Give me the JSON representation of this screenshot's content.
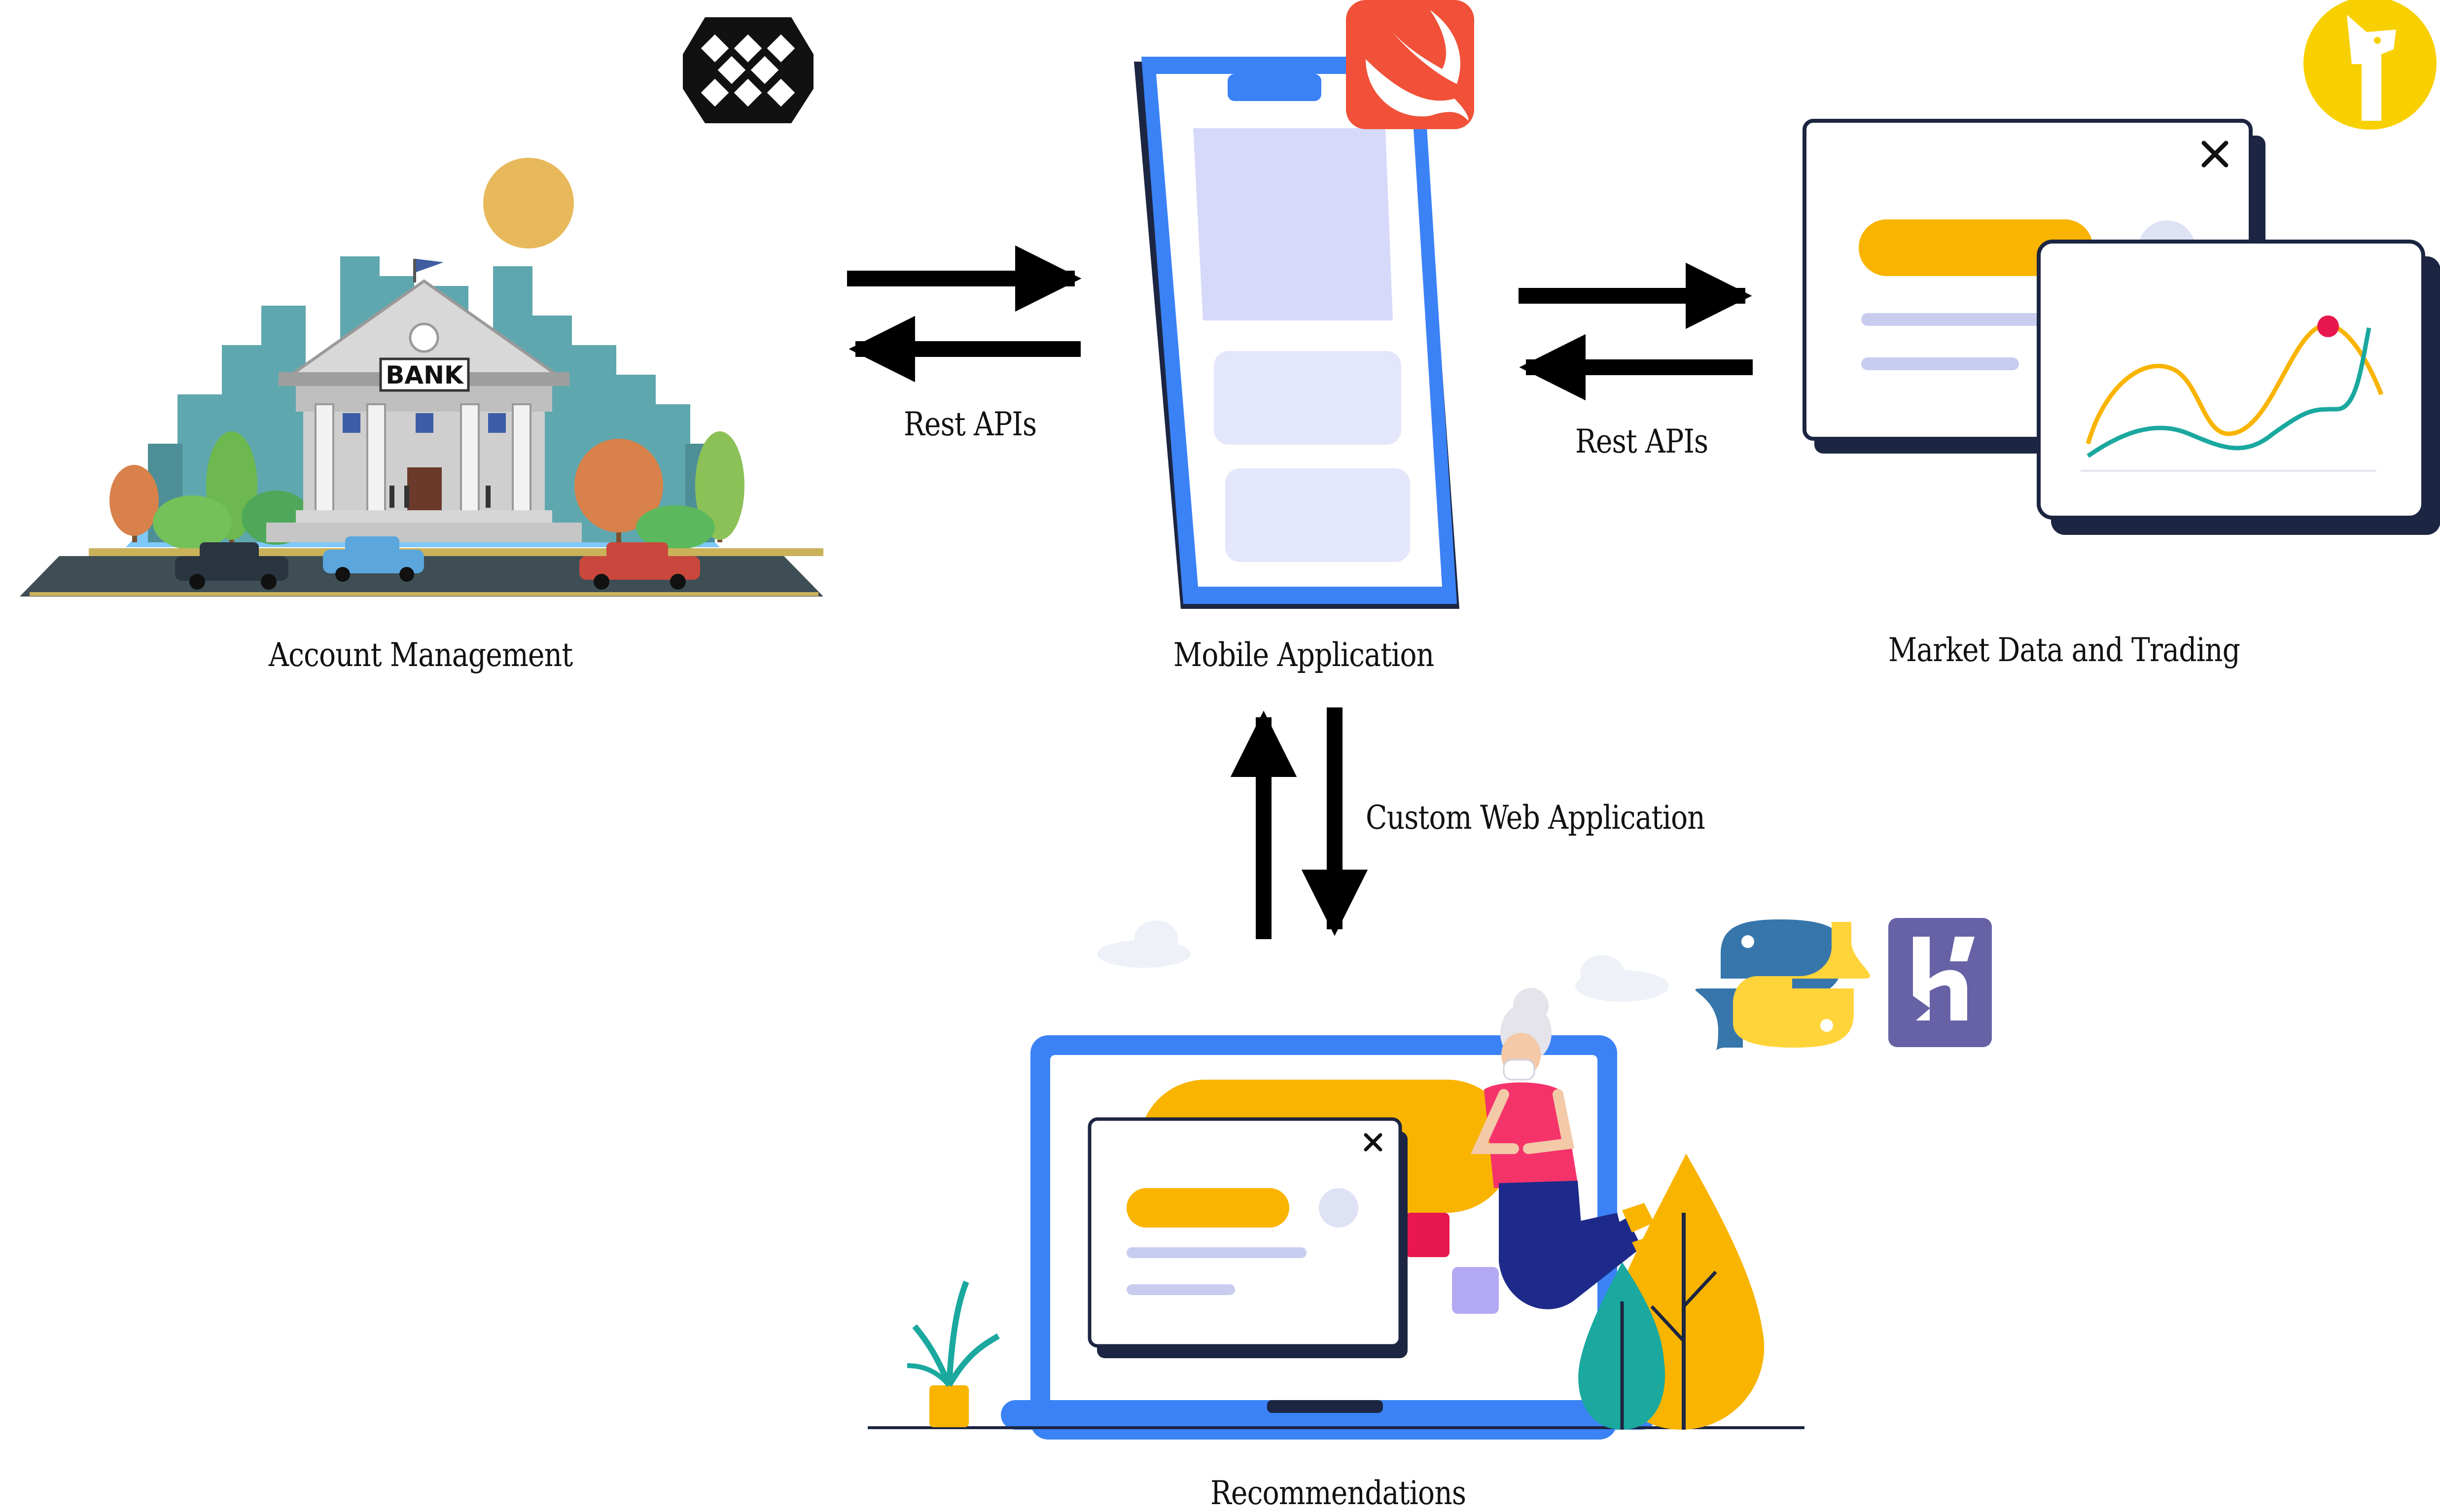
{
  "nodes": {
    "account": {
      "label": "Account Management",
      "sign": "BANK",
      "logo": "plaid-logo-icon"
    },
    "mobile": {
      "label": "Mobile Application",
      "logo": "swift-logo-icon"
    },
    "market": {
      "label": "Market Data and Trading",
      "logo": "alpaca-logo-icon"
    },
    "recommend": {
      "label": "Recommendations",
      "logos": [
        "python-logo-icon",
        "heroku-logo-icon"
      ]
    }
  },
  "edges": {
    "account_mobile": {
      "label": "Rest APIs",
      "direction": "bidirectional"
    },
    "mobile_market": {
      "label": "Rest APIs",
      "direction": "bidirectional"
    },
    "mobile_recommend": {
      "label": "Custom Web Application",
      "direction": "bidirectional"
    }
  },
  "colors": {
    "arrow": "#000000",
    "phone_frame": "#3b82f6",
    "accent_yellow": "#f9b400",
    "swift": "#f05138",
    "alpaca": "#f8d000",
    "heroku": "#6762a6",
    "python_blue": "#3776ab",
    "python_yellow": "#ffd43b"
  }
}
